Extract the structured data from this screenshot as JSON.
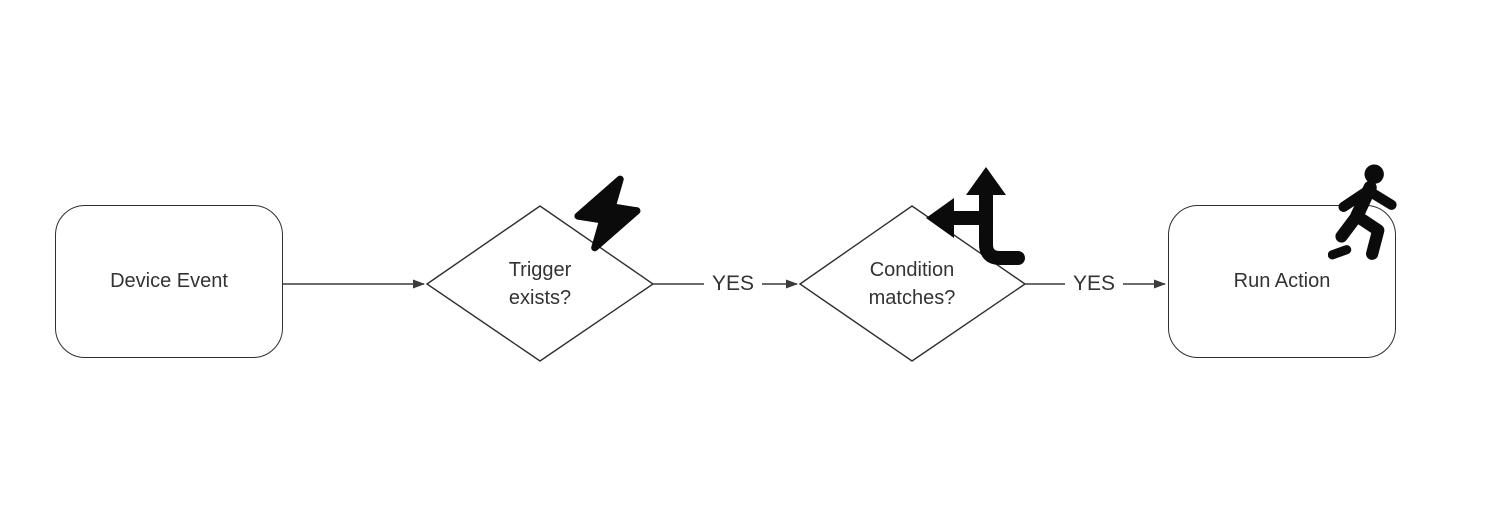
{
  "diagram": {
    "colors": {
      "background": "#ffffff",
      "stroke": "#3b3b3b",
      "shape": "#2f2f2f",
      "text": "#333333",
      "icon": "#0b0b0b"
    },
    "nodes": {
      "device_event": {
        "type": "rounded-rect",
        "label": "Device Event"
      },
      "trigger_exists": {
        "type": "decision",
        "line1": "Trigger",
        "line2": "exists?",
        "icon": "lightning-bolt-icon"
      },
      "condition_matches": {
        "type": "decision",
        "line1": "Condition",
        "line2": "matches?",
        "icon": "split-arrows-icon"
      },
      "run_action": {
        "type": "rounded-rect",
        "label": "Run Action",
        "icon": "running-person-icon"
      }
    },
    "edges": [
      {
        "from": "device_event",
        "to": "trigger_exists",
        "label": ""
      },
      {
        "from": "trigger_exists",
        "to": "condition_matches",
        "label": "YES"
      },
      {
        "from": "condition_matches",
        "to": "run_action",
        "label": "YES"
      }
    ]
  }
}
